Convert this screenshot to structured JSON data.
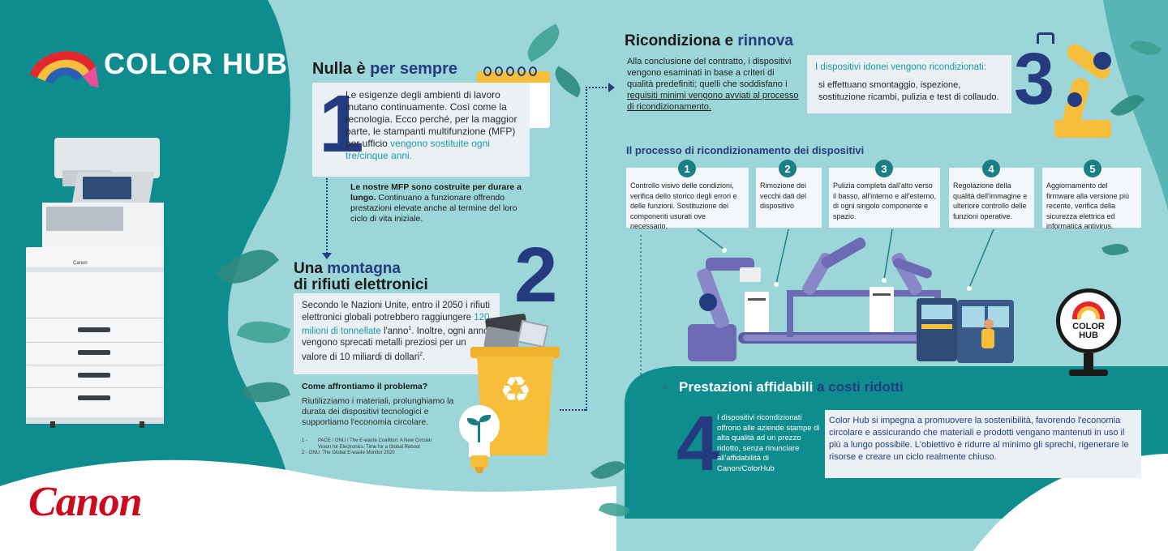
{
  "brand": {
    "logo_text": "COLOR HUB",
    "canon_logo": "Canon",
    "globe_text_1": "COLOR",
    "globe_text_2": "HUB",
    "printer_brand": "Canon"
  },
  "section1": {
    "number": "1",
    "title_plain": "Nulla è ",
    "title_accent": "per sempre",
    "body": "Le esigenze degli ambienti di lavoro mutano continuamente. Così come la tecnologia. Ecco perché, per la maggior parte, le stampanti multifunzione (MFP) per ufficio ",
    "body_accent": "vengono sostituite ogni tre/cinque anni.",
    "note_bold": "Le nostre MFP sono costruite per durare a lungo.",
    "note_rest": " Continuano a funzionare offrendo prestazioni elevate anche al termine del loro ciclo di vita iniziale."
  },
  "section2": {
    "number": "2",
    "title_line1_plain": "Una ",
    "title_line1_accent": "montagna",
    "title_line2": "di rifiuti elettronici",
    "body_before": "Secondo le Nazioni Unite, entro il 2050 i rifiuti elettronici globali potrebbero raggiungere ",
    "body_accent": "120 milioni di tonnellate",
    "body_after1": " l'anno",
    "sup1": "1",
    "body_after2": ". Inoltre, ogni anno vengono sprecati metalli preziosi per un valore di 10 miliardi di dollari",
    "sup2": "2",
    "body_end": ".",
    "question": "Come affrontiamo il problema?",
    "answer": "Riutilizziamo i materiali, prolunghiamo la durata dei dispositivi tecnologici e supportiamo l'economia circolare.",
    "footnote1_prefix": "1 -",
    "footnote1_line1": "PACE / ONU / The E-waste Coalition: A New Circular",
    "footnote1_line2": "Vision for Electronics: Time for a Global Reboot",
    "footnote2": "2 - ONU: The Global E-waste Monitor 2020"
  },
  "section3": {
    "number": "3",
    "title_plain": "Ricondiziona e ",
    "title_accent": "rinnova",
    "body_before": "Alla conclusione del contratto, i dispositivi vengono esaminati in base a criteri di qualità predefiniti; quelli che soddisfano i ",
    "body_underline": "requisiti minimi vengono avviati al processo di ricondizionamento.",
    "callout_title": "I dispositivi idonei vengono ricondizionati:",
    "callout_body": "si effettuano smontaggio, ispezione, sostituzione ricambi, pulizia e test di collaudo.",
    "process_title": "Il processo di ricondizionamento dei dispositivi",
    "steps": [
      {
        "n": "1",
        "text": "Controllo visivo delle condizioni, verifica dello storico degli errori e delle funzioni. Sostituzione dei componenti usurati ove necessario."
      },
      {
        "n": "2",
        "text": "Rimozione dei vecchi dati del dispositivo"
      },
      {
        "n": "3",
        "text": "Pulizia completa dall'alto verso il basso, all'interno e all'esterno, di ogni singolo componente e spazio."
      },
      {
        "n": "4",
        "text": "Regolazione della qualità dell'immagine e ulteriore controllo delle funzioni operative."
      },
      {
        "n": "5",
        "text": "Aggiornamento del firmware alla versione più recente, verifica della sicurezza elettrica ed informatica antivirus."
      }
    ]
  },
  "section4": {
    "number": "4",
    "title_plain": "Prestazioni affidabili ",
    "title_accent": "a costi ridotti",
    "body": "I dispositivi ricondizionati offrono alle aziende stampe di alta qualità ad un prezzo ridotto, senza rinunciare all'affidabilità di Canon/ColorHub",
    "callout": "Color Hub si impegna a promuovere la sostenibilità, favorendo l'economia circolare e assicurando che materiali e prodotti vengano mantenuti in uso il più a lungo possibile. L'obiettivo è ridurre al minimo gli sprechi, rigenerare le risorse e creare un ciclo realmente chiuso."
  },
  "calendar": {
    "icon": "calendar-icon"
  },
  "colors": {
    "navy": "#253b80",
    "teal": "#1a9aa8",
    "dark_teal": "#0f8c8e",
    "canon_red": "#cc0a1e",
    "bin_yellow": "#f6be3a"
  }
}
